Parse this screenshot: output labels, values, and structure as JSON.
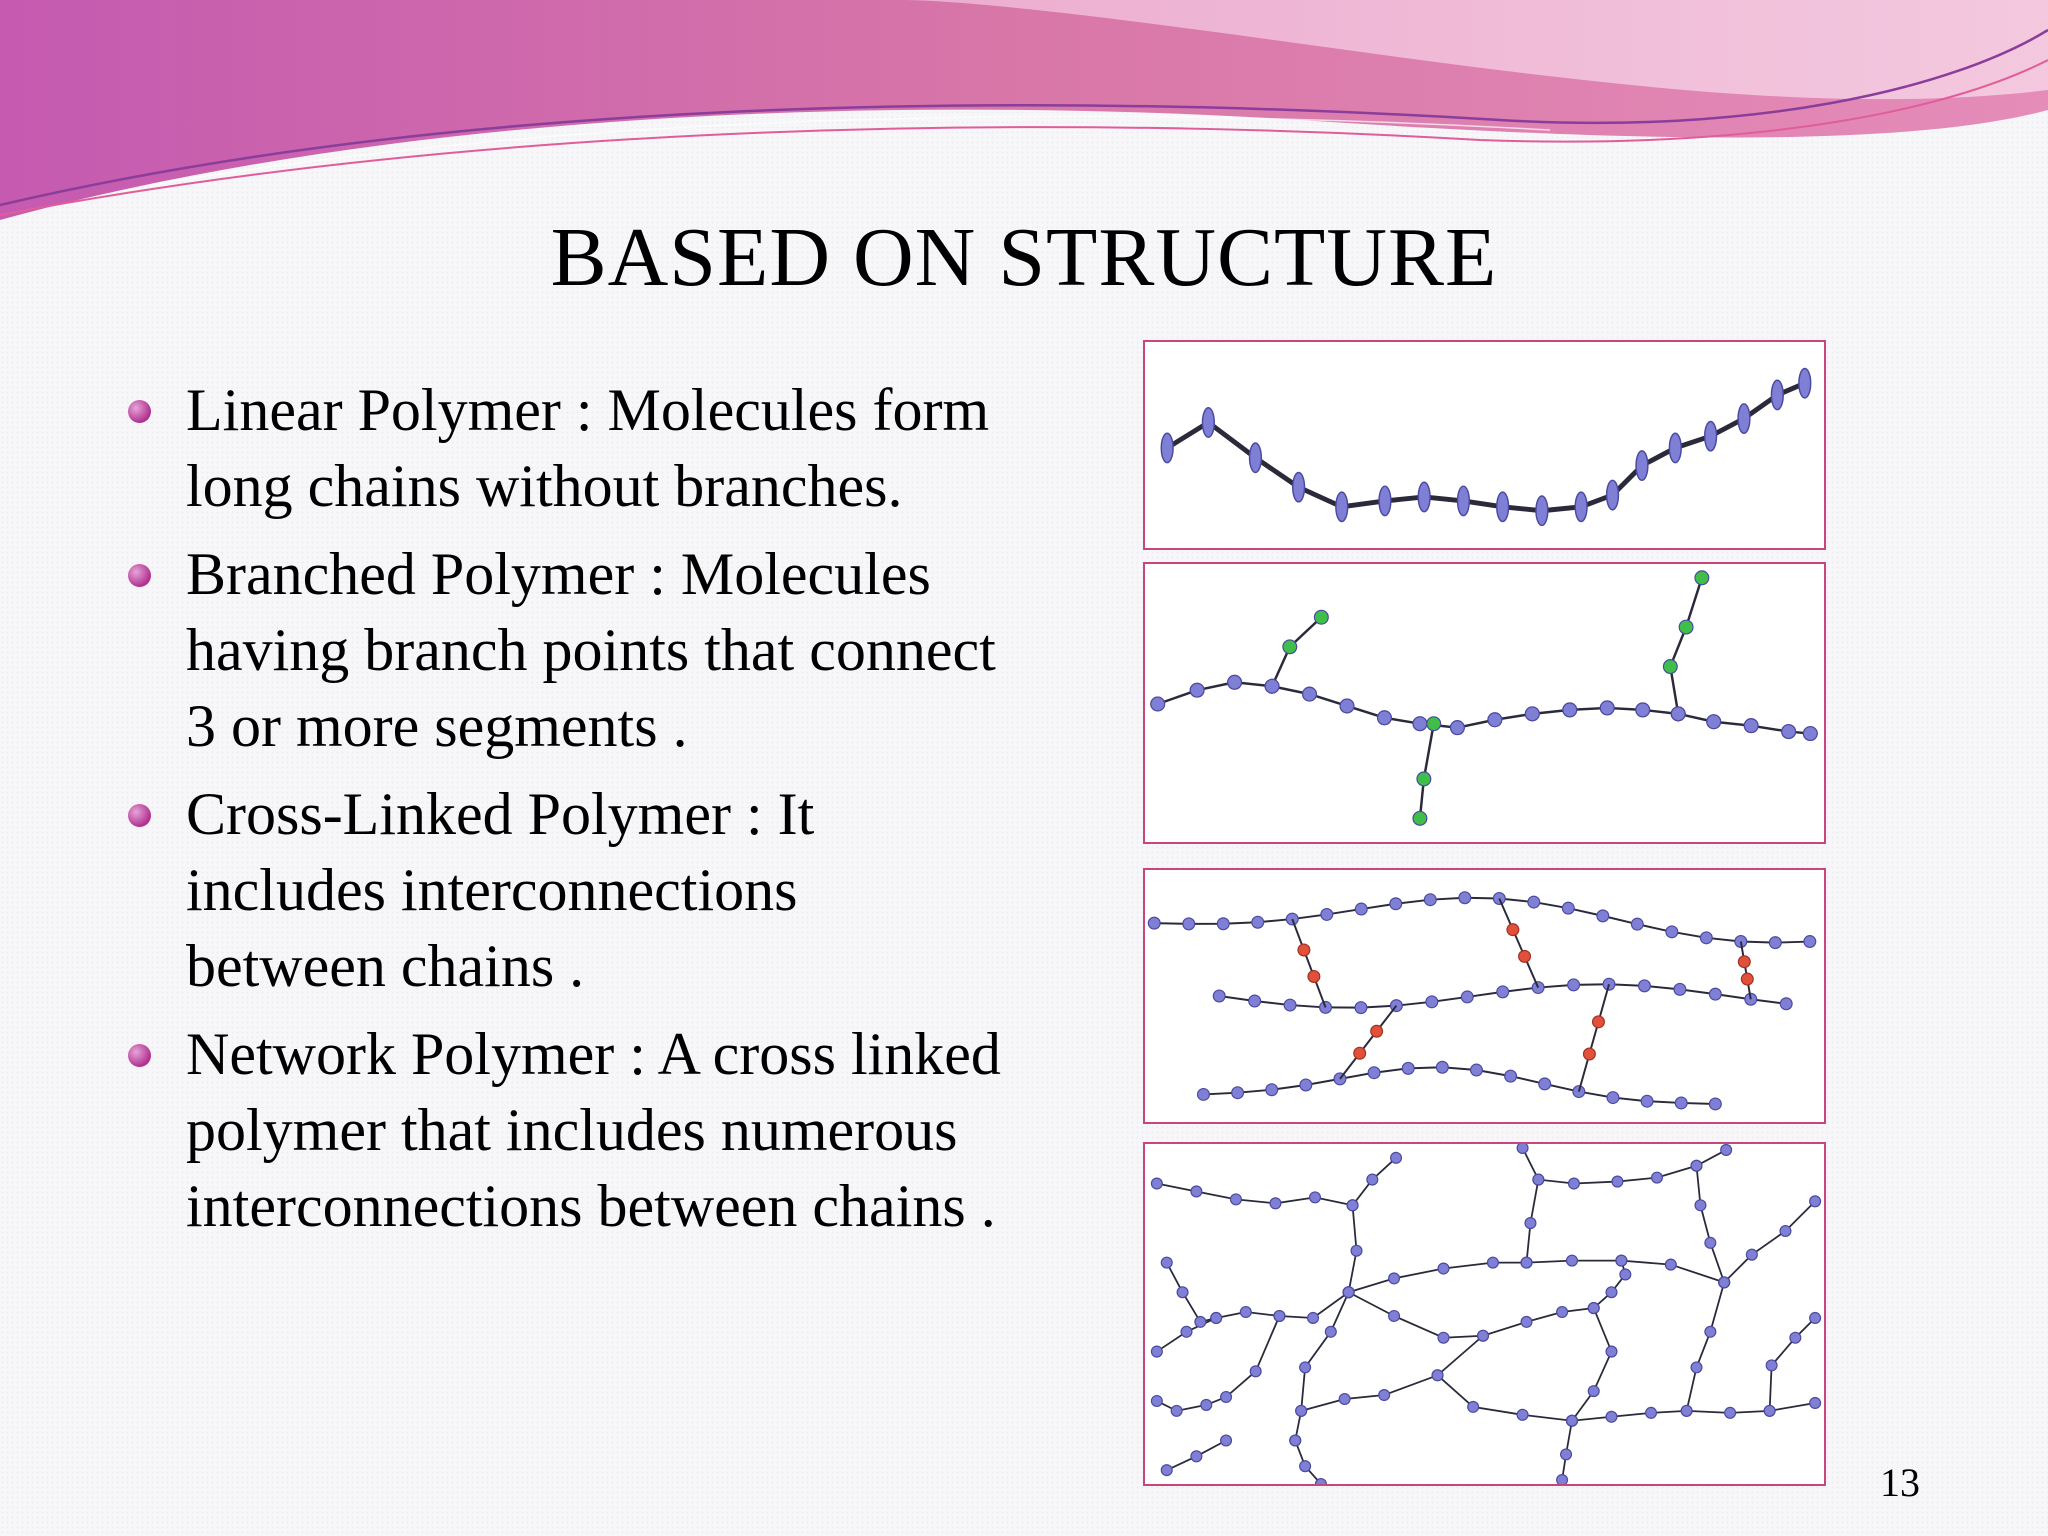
{
  "slide": {
    "title": "BASED ON STRUCTURE",
    "page_number": "13"
  },
  "bullets": [
    {
      "term": "Linear Polymer",
      "text": "Linear Polymer : Molecules form long chains without branches."
    },
    {
      "term": "Branched Polymer",
      "text": "Branched Polymer : Molecules having branch points that connect 3 or more segments ."
    },
    {
      "term": "Cross-Linked Polymer",
      "text": "Cross-Linked Polymer : It includes interconnections between chains ."
    },
    {
      "term": "Network Polymer",
      "text": "Network Polymer : A cross linked polymer that includes numerous interconnections between chains ."
    }
  ],
  "colors": {
    "accent": "#c9457d",
    "bullet": "#b0308f",
    "monomer": "#7f7fd6",
    "branch_monomer": "#3fbf4a",
    "crosslink": "#e0503a"
  },
  "icons": [
    "bullet-dot-icon",
    "linear-polymer-diagram",
    "branched-polymer-diagram",
    "cross-linked-polymer-diagram",
    "network-polymer-diagram"
  ]
}
